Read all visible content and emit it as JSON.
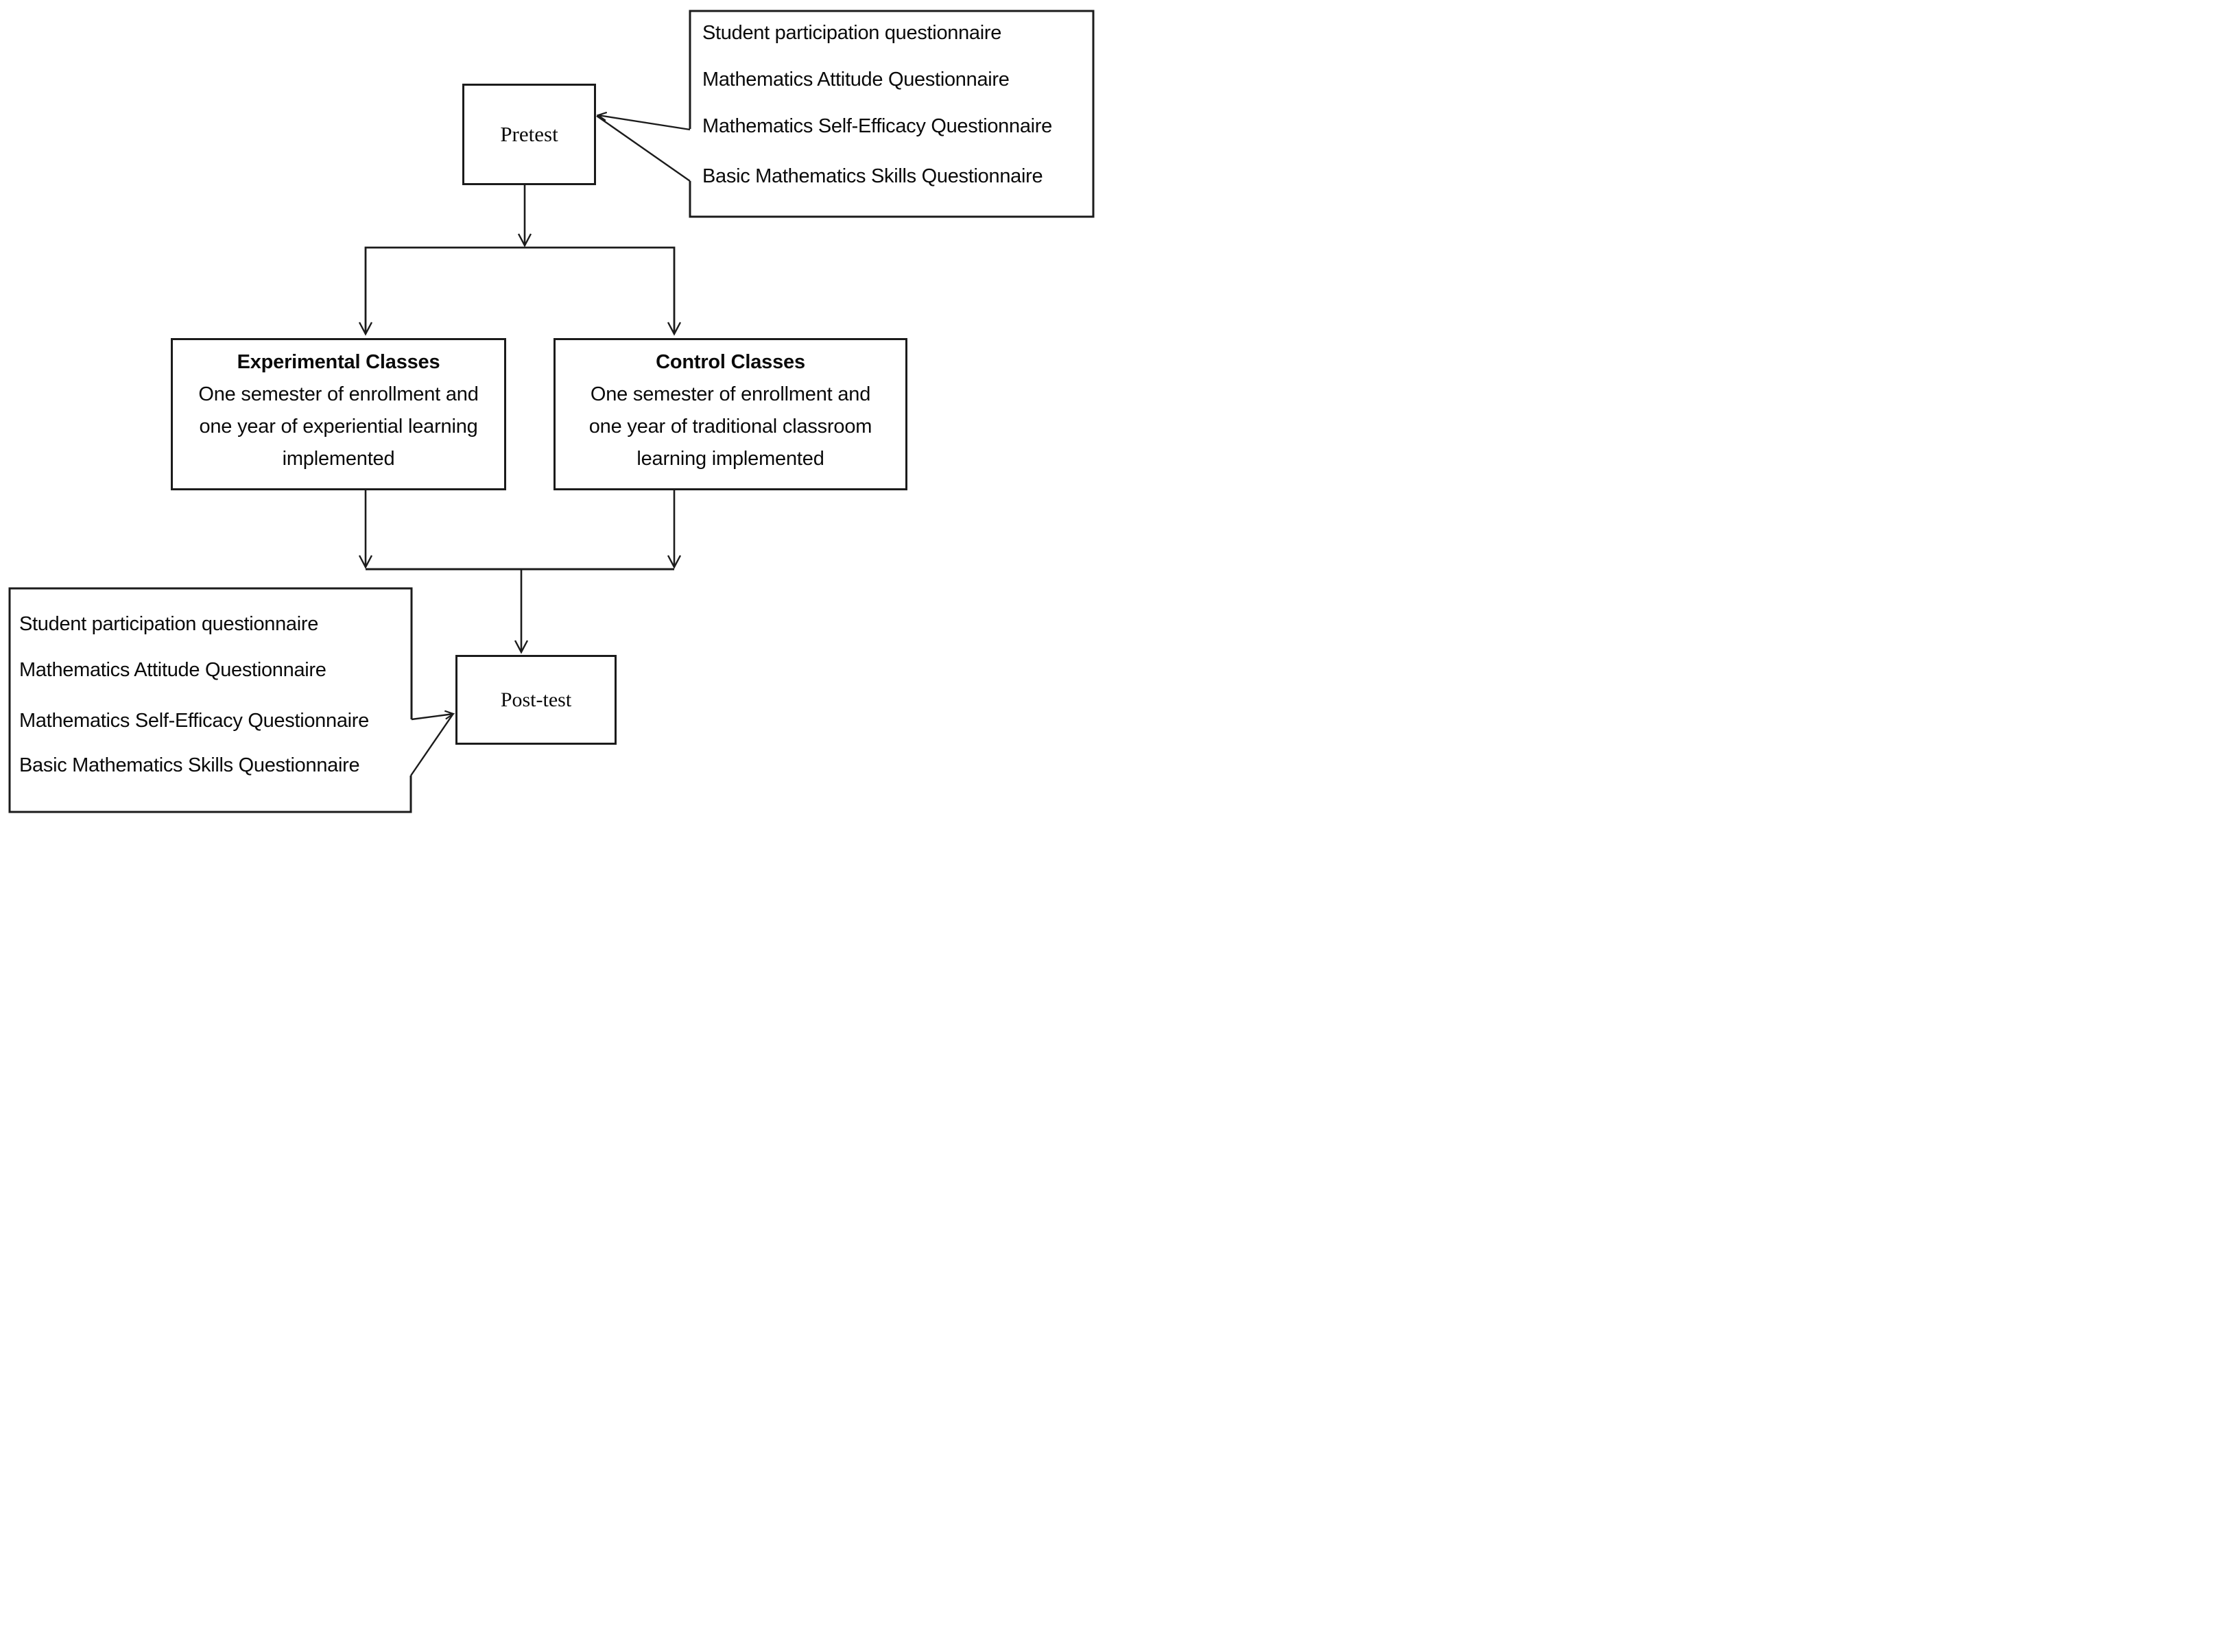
{
  "figure": {
    "background": "#ffffff",
    "line_color": "#1b1b1b",
    "text_color": "#0a0a0a"
  },
  "nodes": {
    "pretest": {
      "label": "Pretest"
    },
    "posttest": {
      "label": "Post-test"
    },
    "experimental": {
      "title": "Experimental Classes",
      "lines": [
        "One semester of enrollment and",
        "one year of experiential learning",
        "implemented"
      ]
    },
    "control": {
      "title": "Control Classes",
      "lines": [
        "One semester of enrollment and",
        "one year of traditional classroom",
        "learning implemented"
      ]
    },
    "pretest_instruments": {
      "items": [
        "Student participation questionnaire",
        "Mathematics Attitude Questionnaire",
        "Mathematics Self-Efficacy Questionnaire",
        "Basic Mathematics Skills Questionnaire"
      ]
    },
    "posttest_instruments": {
      "items": [
        "Student participation questionnaire",
        "Mathematics Attitude Questionnaire",
        "Mathematics Self-Efficacy Questionnaire",
        "Basic Mathematics Skills Questionnaire"
      ]
    }
  }
}
